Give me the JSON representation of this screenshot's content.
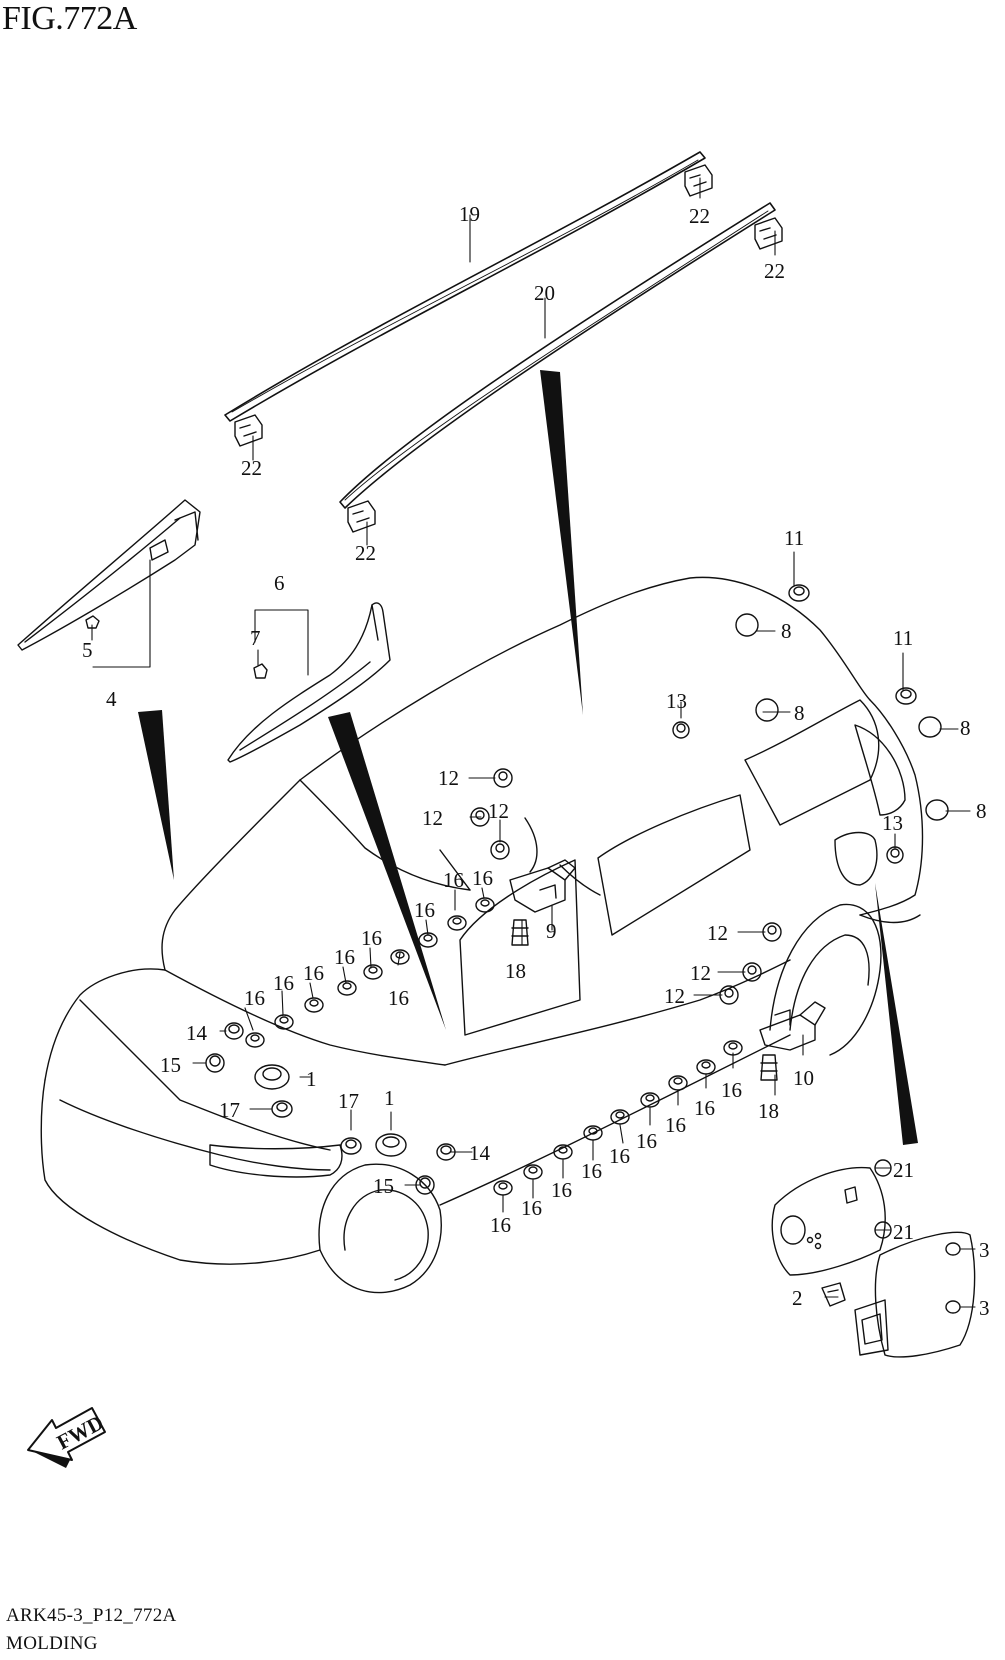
{
  "figure": {
    "title": "FIG.772A"
  },
  "footer": {
    "code": "ARK45-3_P12_772A",
    "name": "MOLDING"
  },
  "fwd_label": "FWD",
  "callouts": [
    "1",
    "2",
    "3",
    "4",
    "5",
    "6",
    "7",
    "8",
    "9",
    "10",
    "11",
    "12",
    "13",
    "14",
    "15",
    "16",
    "17",
    "18",
    "19",
    "20",
    "21",
    "22"
  ],
  "icons": [
    "fwd-arrow-icon"
  ]
}
